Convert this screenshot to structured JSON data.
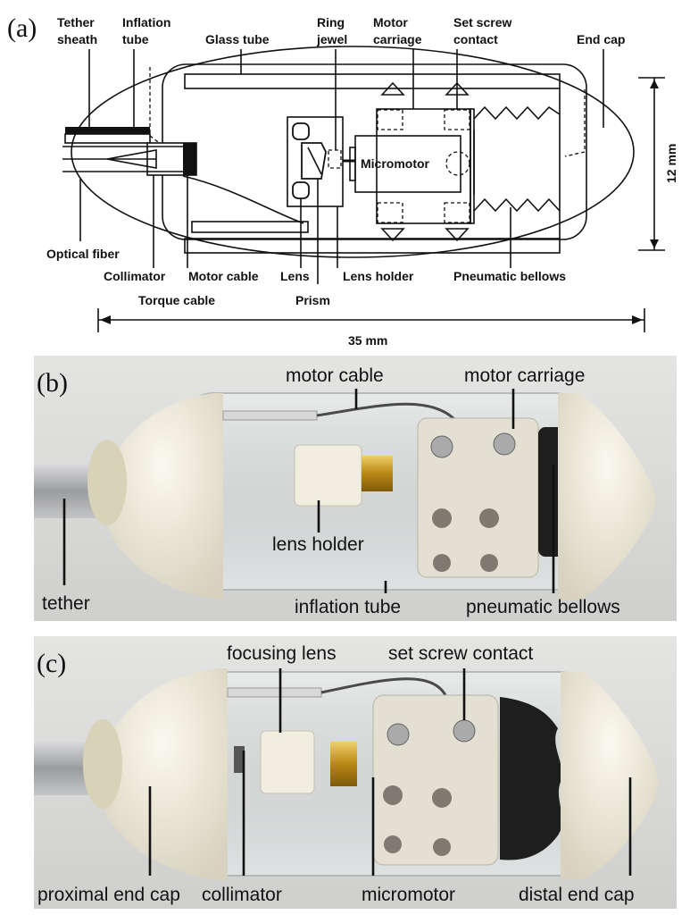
{
  "panel_a": {
    "letter": "(a)",
    "labels": {
      "tether_sheath_1": "Tether",
      "tether_sheath_2": "sheath",
      "inflation_tube_1": "Inflation",
      "inflation_tube_2": "tube",
      "glass_tube": "Glass tube",
      "ring_jewel_1": "Ring",
      "ring_jewel_2": "jewel",
      "motor_carriage_1": "Motor",
      "motor_carriage_2": "carriage",
      "set_screw_1": "Set screw",
      "set_screw_2": "contact",
      "end_cap": "End cap",
      "micromotor": "Micromotor",
      "optical_fiber": "Optical fiber",
      "collimator": "Collimator",
      "motor_cable": "Motor cable",
      "lens": "Lens",
      "lens_holder": "Lens holder",
      "pneumatic_bellows": "Pneumatic bellows",
      "torque_cable": "Torque cable",
      "prism": "Prism"
    },
    "dim_height": "12 mm",
    "dim_length": "35 mm"
  },
  "panel_b": {
    "letter": "(b)",
    "labels": {
      "motor_cable": "motor cable",
      "motor_carriage": "motor carriage",
      "lens_holder": "lens holder",
      "tether": "tether",
      "inflation_tube": "inflation tube",
      "pneumatic_bellows": "pneumatic bellows"
    }
  },
  "panel_c": {
    "letter": "(c)",
    "labels": {
      "focusing_lens": "focusing lens",
      "set_screw_contact": "set screw contact",
      "proximal_end_cap": "proximal end cap",
      "collimator": "collimator",
      "micromotor": "micromotor",
      "distal_end_cap": "distal end cap"
    }
  },
  "colors": {
    "photo_background": "#d6d6d4",
    "end_cap_white": "#eeeadb",
    "brass": "#c99a2e",
    "bellows_black": "#1e1e1e"
  }
}
